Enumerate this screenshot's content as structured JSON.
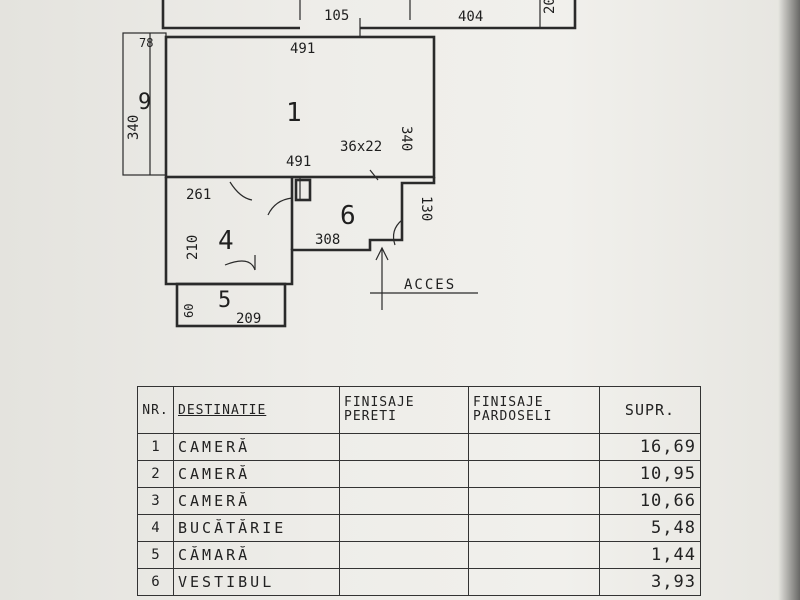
{
  "plan": {
    "rooms": [
      "1",
      "4",
      "5",
      "6"
    ],
    "dims": {
      "top_105": "105",
      "top_404": "404",
      "top_right_cut": "20",
      "left_78": "78",
      "top_491": "491",
      "left_340": "340",
      "left_room_num": "9",
      "right_340": "340",
      "mid_491": "491",
      "opening": "36x22",
      "d261": "261",
      "d210": "210",
      "d130": "130",
      "d308": "308",
      "d60": "60",
      "d209": "209"
    },
    "access_label": "ACCES"
  },
  "table": {
    "headers": {
      "nr": "NR.",
      "destinatie": "DESTINATIE",
      "finisaje_pereti": [
        "FINISAJE",
        "PERETI"
      ],
      "finisaje_pardoseli": [
        "FINISAJE",
        "PARDOSELI"
      ],
      "suprafata": "SUPR."
    },
    "rows": [
      {
        "nr": "1",
        "destinatie": "CAMERĂ",
        "suprafata": "16,69"
      },
      {
        "nr": "2",
        "destinatie": "CAMERĂ",
        "suprafata": "10,95"
      },
      {
        "nr": "3",
        "destinatie": "CAMERĂ",
        "suprafata": "10,66"
      },
      {
        "nr": "4",
        "destinatie": "BUCĂTĂRIE",
        "suprafata": "5,48"
      },
      {
        "nr": "5",
        "destinatie": "CĂMARĂ",
        "suprafata": "1,44"
      },
      {
        "nr": "6",
        "destinatie": "VESTIBUL",
        "suprafata": "3,93"
      }
    ]
  },
  "colors": {
    "paper": "#eeede9",
    "ink": "#2a2a2a"
  }
}
